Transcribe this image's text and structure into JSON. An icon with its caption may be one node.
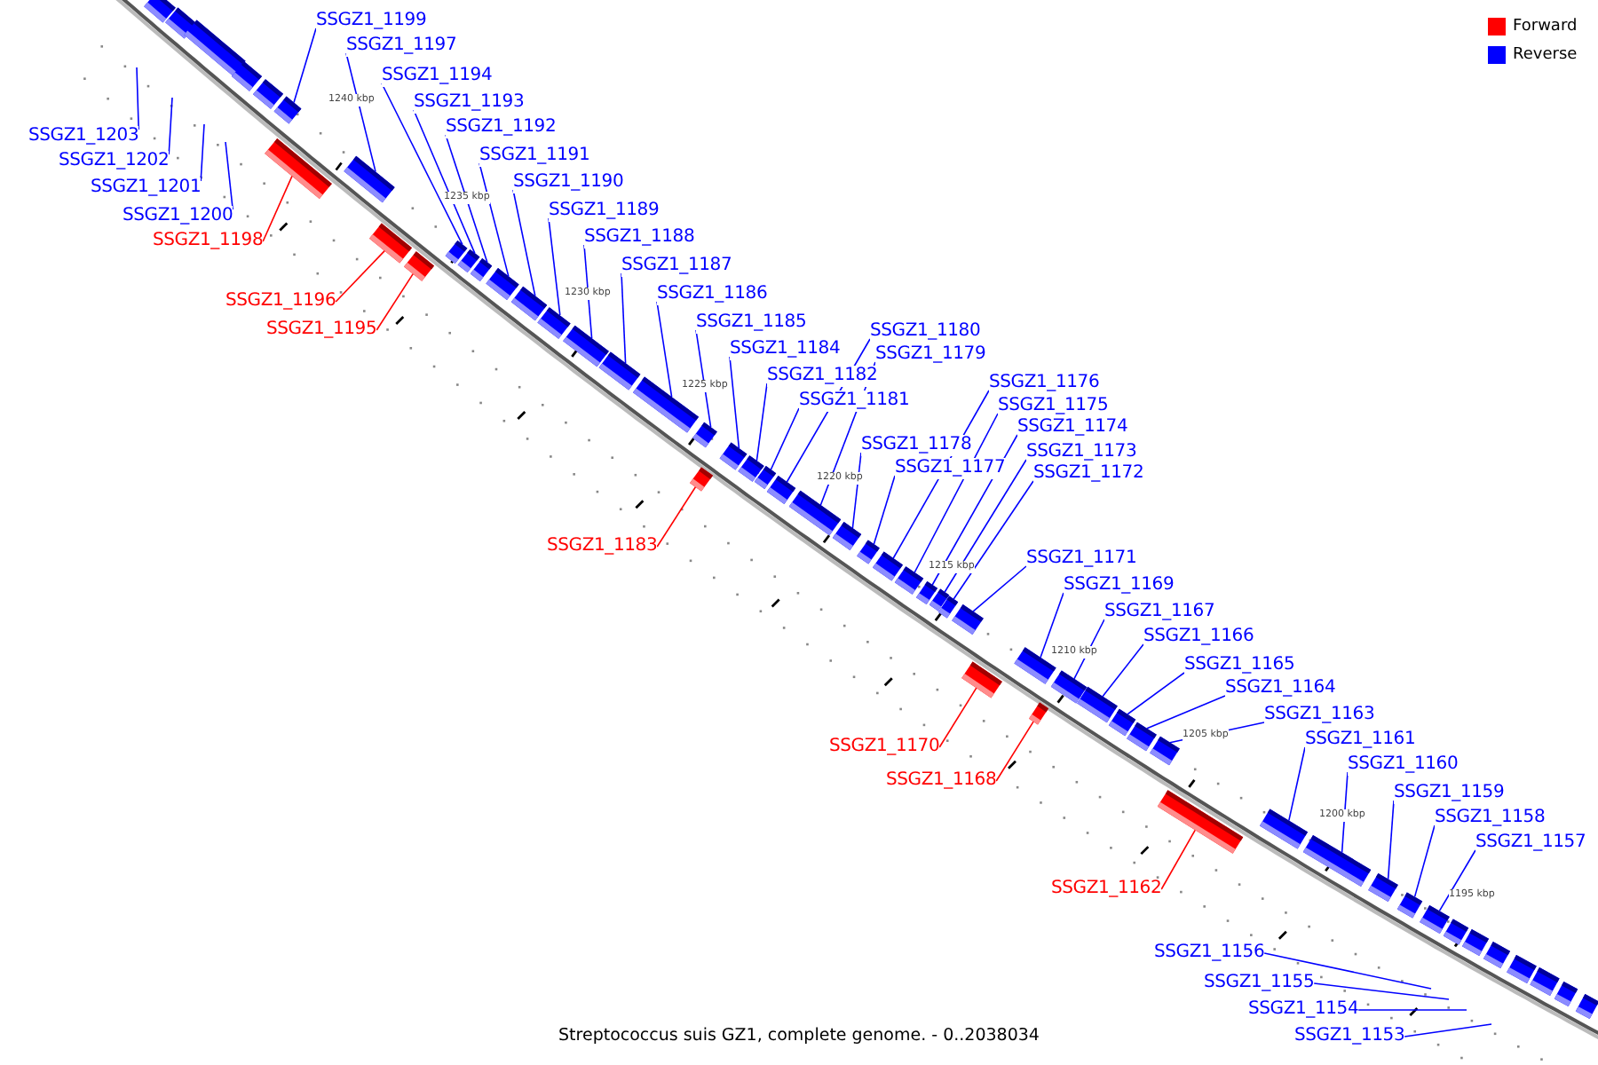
{
  "diagram": {
    "caption": "Streptococcus suis GZ1, complete genome. - 0..2038034",
    "nodes": [
      {
        "text": [],
        "shape": "bar"
      },
      {
        "text": [],
        "shape": "bar"
      },
      {
        "text": [],
        "shape": "bar"
      },
      {
        "text": [],
        "shape": "bar"
      },
      {
        "text": [],
        "shape": "bar"
      },
      {
        "text": [
          "SSGZ1_1203"
        ]
      },
      {
        "text": [
          "SSGZ1_1202"
        ]
      },
      {
        "text": [
          "SSGZ1_1201"
        ]
      },
      {
        "text": [
          "SSGZ1_1200"
        ]
      },
      {
        "text": [
          "SSGZ1_1199"
        ]
      },
      {
        "text": [],
        "shape": "bar"
      },
      {
        "text": [
          "SSGZ1_1198"
        ]
      },
      {
        "text": [],
        "shape": "bar"
      },
      {
        "text": [
          "SSGZ1_1197"
        ]
      },
      {
        "text": [],
        "shape": "bar"
      },
      {
        "text": [
          "SSGZ1_1196"
        ]
      },
      {
        "text": [],
        "shape": "bar"
      },
      {
        "text": [
          "SSGZ1_1195"
        ]
      },
      {
        "text": [],
        "shape": "bar"
      },
      {
        "text": [
          "SSGZ1_1194"
        ]
      },
      {
        "text": [],
        "shape": "bar"
      },
      {
        "text": [
          "SSGZ1_1193"
        ]
      },
      {
        "text": [],
        "shape": "bar"
      },
      {
        "text": [
          "SSGZ1_1192"
        ]
      },
      {
        "text": [],
        "shape": "bar"
      },
      {
        "text": [
          "SSGZ1_1191"
        ]
      },
      {
        "text": [],
        "shape": "bar"
      },
      {
        "text": [
          "SSGZ1_1190"
        ]
      },
      {
        "text": [],
        "shape": "bar"
      },
      {
        "text": [
          "SSGZ1_1189"
        ]
      },
      {
        "text": [],
        "shape": "bar"
      },
      {
        "text": [
          "SSGZ1_1188"
        ]
      },
      {
        "text": [],
        "shape": "bar"
      },
      {
        "text": [
          "SSGZ1_1187"
        ]
      },
      {
        "text": [],
        "shape": "bar"
      },
      {
        "text": [
          "SSGZ1_1186"
        ]
      },
      {
        "text": [],
        "shape": "bar"
      },
      {
        "text": [
          "SSGZ1_1185"
        ]
      },
      {
        "text": [],
        "shape": "bar"
      },
      {
        "text": [
          "SSGZ1_1184"
        ]
      },
      {
        "text": [],
        "shape": "bar"
      },
      {
        "text": [
          "SSGZ1_1183"
        ]
      },
      {
        "text": [],
        "shape": "bar"
      },
      {
        "text": [
          "SSGZ1_1182"
        ]
      },
      {
        "text": [],
        "shape": "bar"
      },
      {
        "text": [
          "SSGZ1_1181"
        ]
      },
      {
        "text": [],
        "shape": "bar"
      },
      {
        "text": [
          "SSGZ1_1180"
        ]
      },
      {
        "text": [],
        "shape": "bar"
      },
      {
        "text": [
          "SSGZ1_1179"
        ]
      },
      {
        "text": [],
        "shape": "bar"
      },
      {
        "text": [
          "SSGZ1_1178"
        ]
      },
      {
        "text": [],
        "shape": "bar"
      },
      {
        "text": [
          "SSGZ1_1177"
        ]
      },
      {
        "text": [],
        "shape": "bar"
      },
      {
        "text": [
          "SSGZ1_1176"
        ]
      },
      {
        "text": [],
        "shape": "bar"
      },
      {
        "text": [
          "SSGZ1_1175"
        ]
      },
      {
        "text": [],
        "shape": "bar"
      },
      {
        "text": [
          "SSGZ1_1174"
        ]
      },
      {
        "text": [],
        "shape": "bar"
      },
      {
        "text": [
          "SSGZ1_1173"
        ]
      },
      {
        "text": [],
        "shape": "bar"
      },
      {
        "text": [
          "SSGZ1_1172"
        ]
      },
      {
        "text": [],
        "shape": "bar"
      },
      {
        "text": [
          "SSGZ1_1171"
        ]
      },
      {
        "text": [],
        "shape": "bar"
      },
      {
        "text": [
          "SSGZ1_1170"
        ]
      },
      {
        "text": [],
        "shape": "bar"
      },
      {
        "text": [
          "SSGZ1_1169"
        ]
      },
      {
        "text": [],
        "shape": "bar"
      },
      {
        "text": [
          "SSGZ1_1168"
        ]
      },
      {
        "text": [],
        "shape": "bar"
      },
      {
        "text": [
          "SSGZ1_1167"
        ]
      },
      {
        "text": [],
        "shape": "bar"
      },
      {
        "text": [
          "SSGZ1_1166"
        ]
      },
      {
        "text": [],
        "shape": "bar"
      },
      {
        "text": [
          "SSGZ1_1165"
        ]
      },
      {
        "text": [],
        "shape": "bar"
      },
      {
        "text": [
          "SSGZ1_1164"
        ]
      },
      {
        "text": [],
        "shape": "bar"
      },
      {
        "text": [
          "SSGZ1_1163"
        ]
      },
      {
        "text": [],
        "shape": "bar"
      },
      {
        "text": [
          "SSGZ1_1162"
        ]
      },
      {
        "text": [],
        "shape": "bar"
      },
      {
        "text": [
          "SSGZ1_1161"
        ]
      },
      {
        "text": [],
        "shape": "bar"
      },
      {
        "text": [
          "SSGZ1_1160"
        ]
      },
      {
        "text": [],
        "shape": "bar"
      },
      {
        "text": [
          "SSGZ1_1159"
        ]
      },
      {
        "text": [],
        "shape": "bar"
      },
      {
        "text": [
          "SSGZ1_1158"
        ]
      },
      {
        "text": [],
        "shape": "bar"
      },
      {
        "text": [
          "SSGZ1_1157"
        ]
      },
      {
        "text": [],
        "shape": "bar"
      },
      {
        "text": [],
        "shape": "bar"
      },
      {
        "text": [],
        "shape": "bar"
      },
      {
        "text": [],
        "shape": "bar"
      },
      {
        "text": [],
        "shape": "bar"
      },
      {
        "text": [],
        "shape": "bar"
      },
      {
        "text": [],
        "shape": "bar"
      },
      {
        "text": [],
        "shape": "bar"
      },
      {
        "text": [
          "SSGZ1_1156"
        ]
      },
      {
        "text": [
          "SSGZ1_1155"
        ]
      },
      {
        "text": [
          "SSGZ1_1154"
        ]
      },
      {
        "text": [
          "SSGZ1_1153"
        ]
      }
    ],
    "edges": [
      {
        "from": 5,
        "to": null,
        "arrow": "none"
      },
      {
        "from": 6,
        "to": null,
        "arrow": "none"
      },
      {
        "from": 7,
        "to": null,
        "arrow": "none"
      },
      {
        "from": 8,
        "to": null,
        "arrow": "none"
      },
      {
        "from": 9,
        "to": 10,
        "arrow": "none"
      },
      {
        "from": 11,
        "to": 12,
        "arrow": "none",
        "color": "#ff0000"
      },
      {
        "from": 13,
        "to": 14,
        "arrow": "none"
      },
      {
        "from": 15,
        "to": 16,
        "arrow": "none",
        "color": "#ff0000"
      },
      {
        "from": 17,
        "to": 18,
        "arrow": "none",
        "color": "#ff0000"
      },
      {
        "from": 19,
        "to": 20,
        "arrow": "none"
      },
      {
        "from": 21,
        "to": 22,
        "arrow": "none"
      },
      {
        "from": 23,
        "to": 24,
        "arrow": "none"
      },
      {
        "from": 25,
        "to": 26,
        "arrow": "none"
      },
      {
        "from": 27,
        "to": 28,
        "arrow": "none"
      },
      {
        "from": 29,
        "to": 30,
        "arrow": "none"
      },
      {
        "from": 31,
        "to": 32,
        "arrow": "none"
      },
      {
        "from": 33,
        "to": 34,
        "arrow": "none"
      },
      {
        "from": 35,
        "to": 36,
        "arrow": "none"
      },
      {
        "from": 37,
        "to": 38,
        "arrow": "none"
      },
      {
        "from": 39,
        "to": 40,
        "arrow": "none"
      },
      {
        "from": 41,
        "to": 42,
        "arrow": "none",
        "color": "#ff0000"
      },
      {
        "from": 43,
        "to": 44,
        "arrow": "none"
      },
      {
        "from": 45,
        "to": 46,
        "arrow": "none"
      },
      {
        "from": 47,
        "to": 48,
        "arrow": "none"
      },
      {
        "from": 49,
        "to": 50,
        "arrow": "none"
      },
      {
        "from": 51,
        "to": 52,
        "arrow": "none"
      },
      {
        "from": 53,
        "to": 54,
        "arrow": "none"
      },
      {
        "from": 55,
        "to": 56,
        "arrow": "none"
      },
      {
        "from": 57,
        "to": 58,
        "arrow": "none"
      },
      {
        "from": 59,
        "to": 60,
        "arrow": "none"
      },
      {
        "from": 61,
        "to": 62,
        "arrow": "none"
      },
      {
        "from": 63,
        "to": 64,
        "arrow": "none"
      },
      {
        "from": 65,
        "to": 66,
        "arrow": "none"
      },
      {
        "from": 67,
        "to": 68,
        "arrow": "none",
        "color": "#ff0000"
      },
      {
        "from": 69,
        "to": 70,
        "arrow": "none"
      },
      {
        "from": 71,
        "to": 72,
        "arrow": "none",
        "color": "#ff0000"
      },
      {
        "from": 73,
        "to": 74,
        "arrow": "none"
      },
      {
        "from": 75,
        "to": 76,
        "arrow": "none"
      },
      {
        "from": 77,
        "to": 78,
        "arrow": "none"
      },
      {
        "from": 79,
        "to": 80,
        "arrow": "none"
      },
      {
        "from": 81,
        "to": 82,
        "arrow": "none"
      },
      {
        "from": 83,
        "to": 84,
        "arrow": "none",
        "color": "#ff0000"
      },
      {
        "from": 85,
        "to": 86,
        "arrow": "none"
      },
      {
        "from": 87,
        "to": 88,
        "arrow": "none"
      },
      {
        "from": 89,
        "to": 90,
        "arrow": "none"
      },
      {
        "from": 91,
        "to": 92,
        "arrow": "none"
      },
      {
        "from": 93,
        "to": 94,
        "arrow": "none"
      },
      {
        "from": 102,
        "to": null,
        "arrow": "none"
      },
      {
        "from": 103,
        "to": null,
        "arrow": "none"
      },
      {
        "from": 104,
        "to": null,
        "arrow": "none"
      },
      {
        "from": 105,
        "to": null,
        "arrow": "none"
      }
    ],
    "labels": [
      "1240 kbp",
      "1235 kbp",
      "1230 kbp",
      "1225 kbp",
      "1220 kbp",
      "1215 kbp",
      "1210 kbp",
      "1205 kbp",
      "1200 kbp",
      "1195 kbp"
    ],
    "legend": [
      {
        "text": "Forward",
        "color": "#ff0000"
      },
      {
        "text": "Reverse",
        "color": "#0000ff"
      }
    ]
  }
}
